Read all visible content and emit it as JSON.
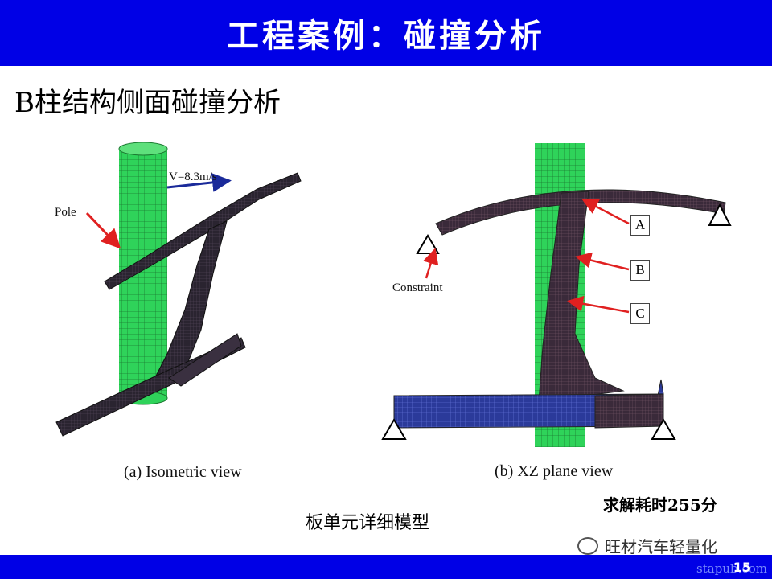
{
  "slide": {
    "title": "工程案例：碰撞分析",
    "subtitle": "B柱结构侧面碰撞分析",
    "caption_center": "板单元详细模型",
    "caption_right": "求解耗时255分",
    "watermark": "旺材汽车轻量化",
    "page_number": "15",
    "url": "stapub.com"
  },
  "figure_a": {
    "label": "(a) Isometric view",
    "velocity_label": "V=8.3m/s",
    "pole_label": "Pole"
  },
  "figure_b": {
    "label": "(b) XZ plane view",
    "constraint_label": "Constraint",
    "points": [
      "A",
      "B",
      "C"
    ]
  },
  "colors": {
    "header_blue": "#0000e6",
    "pole_green": "#2fd35a",
    "mesh_dark": "#2a2430",
    "mesh_blue": "#2b3a9a",
    "arrow_red": "#e02020",
    "arrow_navy": "#1a2a9a"
  }
}
